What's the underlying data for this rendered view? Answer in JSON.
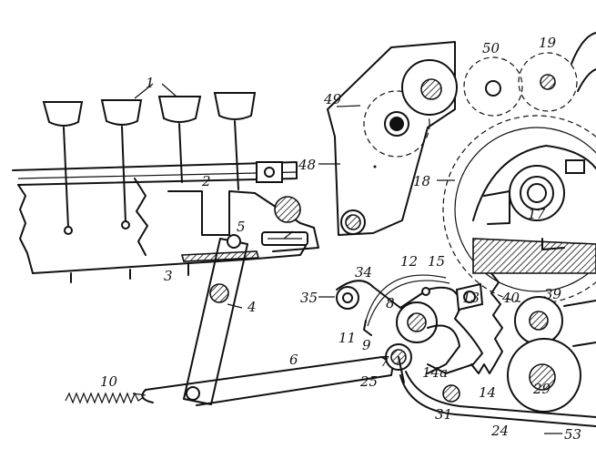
{
  "drawing": {
    "reference_numerals": [
      {
        "id": "ref-1",
        "label": "1"
      },
      {
        "id": "ref-2",
        "label": "2"
      },
      {
        "id": "ref-3",
        "label": "3"
      },
      {
        "id": "ref-4",
        "label": "4"
      },
      {
        "id": "ref-5",
        "label": "5"
      },
      {
        "id": "ref-6",
        "label": "6"
      },
      {
        "id": "ref-7",
        "label": "7"
      },
      {
        "id": "ref-8",
        "label": "8"
      },
      {
        "id": "ref-9",
        "label": "9"
      },
      {
        "id": "ref-10",
        "label": "10"
      },
      {
        "id": "ref-11",
        "label": "11"
      },
      {
        "id": "ref-12",
        "label": "12"
      },
      {
        "id": "ref-13",
        "label": "13"
      },
      {
        "id": "ref-14",
        "label": "14"
      },
      {
        "id": "ref-14a",
        "label": "14a"
      },
      {
        "id": "ref-15",
        "label": "15"
      },
      {
        "id": "ref-17",
        "label": "17"
      },
      {
        "id": "ref-18",
        "label": "18"
      },
      {
        "id": "ref-19",
        "label": "19"
      },
      {
        "id": "ref-24",
        "label": "24"
      },
      {
        "id": "ref-25",
        "label": "25"
      },
      {
        "id": "ref-29",
        "label": "29"
      },
      {
        "id": "ref-31",
        "label": "31"
      },
      {
        "id": "ref-34",
        "label": "34"
      },
      {
        "id": "ref-35",
        "label": "35"
      },
      {
        "id": "ref-39",
        "label": "39"
      },
      {
        "id": "ref-40",
        "label": "40"
      },
      {
        "id": "ref-48",
        "label": "48"
      },
      {
        "id": "ref-49",
        "label": "49"
      },
      {
        "id": "ref-50",
        "label": "50"
      },
      {
        "id": "ref-53",
        "label": "53"
      }
    ]
  }
}
